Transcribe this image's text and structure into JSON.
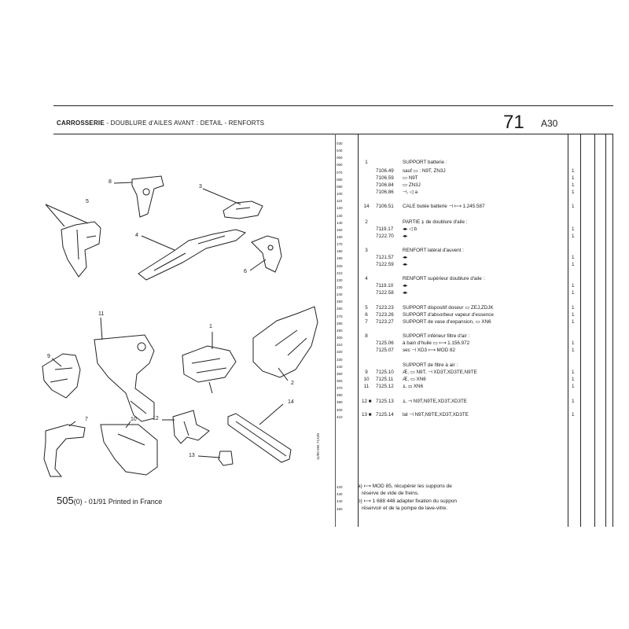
{
  "header": {
    "title_bold": "CARROSSERIE",
    "title_rest": " - DOUBLURE d'AILES AVANT : DETAIL - RENFORTS",
    "page_number": "71",
    "section": "A30"
  },
  "footer": {
    "model": "505",
    "text": "(0) - 01/91 Printed in France",
    "vertical_code": "11/90  505  71A30"
  },
  "line_numbers": [
    "030",
    "040",
    "050",
    "060",
    "070",
    "080",
    "090",
    "100",
    "110",
    "120",
    "130",
    "140",
    "150",
    "160",
    "170",
    "180",
    "190",
    "200",
    "210",
    "220",
    "230",
    "240",
    "250",
    "260",
    "270",
    "280",
    "290",
    "300",
    "310",
    "320",
    "330",
    "340",
    "350",
    "360",
    "370",
    "380",
    "390",
    "400",
    "410"
  ],
  "note_line_numbers": [
    "420",
    "430",
    "440",
    "450"
  ],
  "callouts": [
    "1",
    "2",
    "3",
    "4",
    "5",
    "6",
    "7",
    "8",
    "9",
    "10",
    "11",
    "12",
    "13",
    "14"
  ],
  "rows": [
    {
      "rk": "1",
      "ref": "",
      "desc": "SUPPORT batterie :",
      "qty": ""
    },
    {
      "rk": "",
      "ref": "7106.49",
      "desc": "sauf ▭ : N9T, ZN3J",
      "qty": "1"
    },
    {
      "rk": "",
      "ref": "7106.59",
      "desc": "▭ N9T",
      "qty": "1"
    },
    {
      "rk": "",
      "ref": "7106.84",
      "desc": "▭ ZN3J",
      "qty": "1"
    },
    {
      "rk": "",
      "ref": "7106.86",
      "desc": "⊣, ◁ a",
      "qty": "1"
    },
    {
      "rk": "14",
      "ref": "7106.51",
      "desc": "CALE butée batterie ⊣ ⟼ 1.245.587",
      "qty": "1"
    },
    {
      "rk": "2",
      "ref": "",
      "desc": "PARTIE ⍋ de doublure d'aile :",
      "qty": ""
    },
    {
      "rk": "",
      "ref": "7119.17",
      "desc": "◂▸ ◁ b",
      "qty": "1"
    },
    {
      "rk": "",
      "ref": "7122.70",
      "desc": "◂▸",
      "qty": "1"
    },
    {
      "rk": "3",
      "ref": "",
      "desc": "RENFORT latéral d'auvent :",
      "qty": ""
    },
    {
      "rk": "",
      "ref": "7121.57",
      "desc": "◂▸",
      "qty": "1"
    },
    {
      "rk": "",
      "ref": "7122.59",
      "desc": "◂▸",
      "qty": "1"
    },
    {
      "rk": "4",
      "ref": "",
      "desc": "RENFORT supérieur doublure d'aile :",
      "qty": ""
    },
    {
      "rk": "",
      "ref": "7119.10",
      "desc": "◂▸",
      "qty": "1"
    },
    {
      "rk": "",
      "ref": "7122.58",
      "desc": "◂▸",
      "qty": "1"
    },
    {
      "rk": "5",
      "ref": "7123.23",
      "desc": "SUPPORT dispositif doseur ▭ ZEJ,ZDJK",
      "qty": "1"
    },
    {
      "rk": "6",
      "ref": "7123.26",
      "desc": "SUPPORT d'absorbeur vapeur d'essence",
      "qty": "1"
    },
    {
      "rk": "7",
      "ref": "7123.27",
      "desc": "SUPPORT de vase d'expansion, ▭ XN6",
      "qty": "1"
    },
    {
      "rk": "8",
      "ref": "",
      "desc": "SUPPORT inférieur filtre d'air :",
      "qty": ""
    },
    {
      "rk": "",
      "ref": "7125.06",
      "desc": "à bain d'huile ▭ ⟼ 1.156.972",
      "qty": "1"
    },
    {
      "rk": "",
      "ref": "7125.07",
      "desc": "sec ⊣ XD3 ⟼ MOD 82",
      "qty": "1"
    },
    {
      "rk": "",
      "ref": "",
      "desc": "SUPPORT de filtre à air :",
      "qty": ""
    },
    {
      "rk": "9",
      "ref": "7125.10",
      "desc": "Æ, ▭ N9T, ⊣ XD3T,XD3TE,N9TE",
      "qty": "1"
    },
    {
      "rk": "10",
      "ref": "7125.11",
      "desc": "Æ, ▭ XN6",
      "qty": "1"
    },
    {
      "rk": "11",
      "ref": "7125.12",
      "desc": "⍋, ▭ XN6",
      "qty": "1"
    },
    {
      "rk": "12 ■",
      "ref": "7125.13",
      "desc": "⍋, ⊣ N9T,N9TE,XD3T,XD3TE",
      "qty": "1"
    },
    {
      "rk": "13 ■",
      "ref": "7125.14",
      "desc": "lat ⊣ N9T,N9TE,XD3T,XD3TE",
      "qty": "1"
    }
  ],
  "notes": [
    "a)  ⟼ MOD 85, récupérer les suppons de",
    "réserve de vide de freins.",
    "b)  ⟼ 1 688 448 adapter fixation du suppon",
    "réservoir et de la pompe de lave-vitre."
  ]
}
